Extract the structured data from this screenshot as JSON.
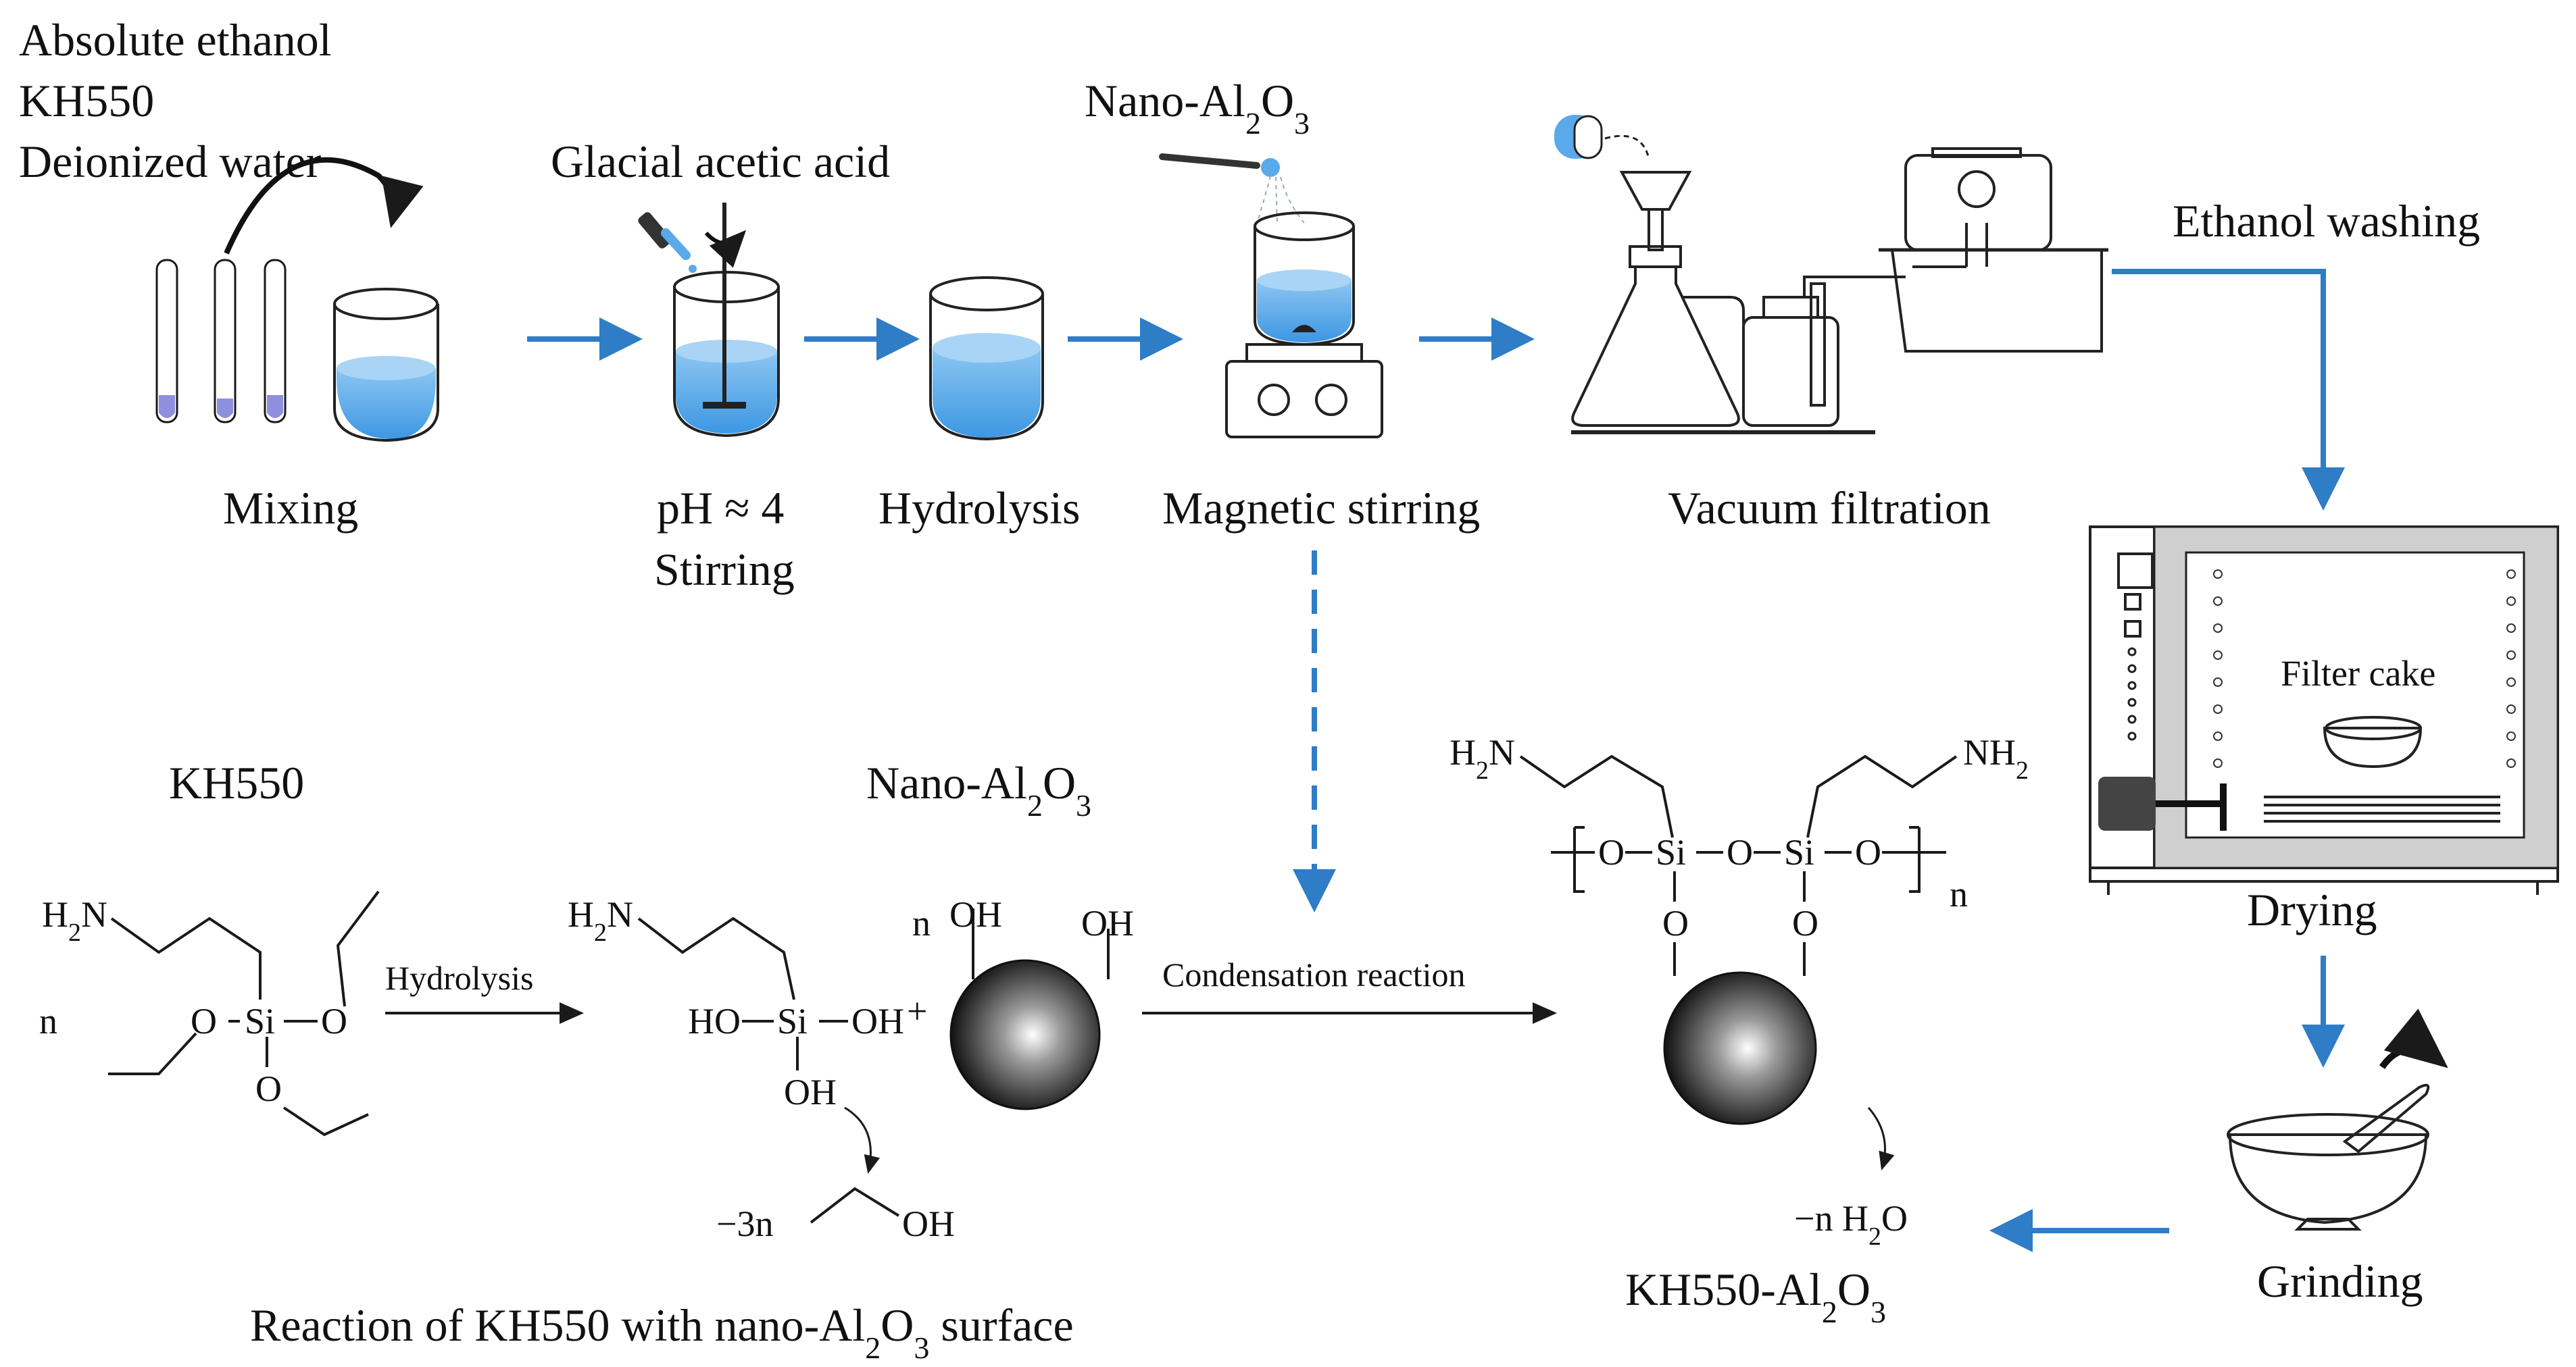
{
  "colors": {
    "flow_arrow": "#2f7cc7",
    "liquid": "#5aa9ea",
    "liquid_light": "#a9d4f5",
    "ink": "#1a1a1a"
  },
  "process": {
    "reagents": [
      "Absolute ethanol",
      "KH550",
      "Deionized water"
    ],
    "steps": {
      "mixing": "Mixing",
      "acid_label": "Glacial acetic acid",
      "ph_line1": "pH ≈ 4",
      "ph_line2": "Stirring",
      "hydrolysis": "Hydrolysis",
      "nano_top": "Nano-Al",
      "magnetic": "Magnetic stirring",
      "vacuum": "Vacuum filtration",
      "ethanol_wash": "Ethanol washing",
      "filter_cake": "Filter cake",
      "drying": "Drying",
      "grinding": "Grinding"
    }
  },
  "reaction": {
    "kh550_label": "KH550",
    "nano_label": "Nano-Al",
    "hydrolysis_arrow": "Hydrolysis",
    "condensation_arrow": "Condensation reaction",
    "title": "Reaction of KH550 with nano-Al",
    "product_label": "KH550-Al",
    "water_loss": "−n H",
    "ethanol_loss": "−3n",
    "n": "n",
    "atoms": {
      "h2n": "H",
      "nh2": "NH",
      "si": "Si",
      "o": "O",
      "oh": "OH",
      "ho": "HO",
      "plus": "+"
    }
  }
}
